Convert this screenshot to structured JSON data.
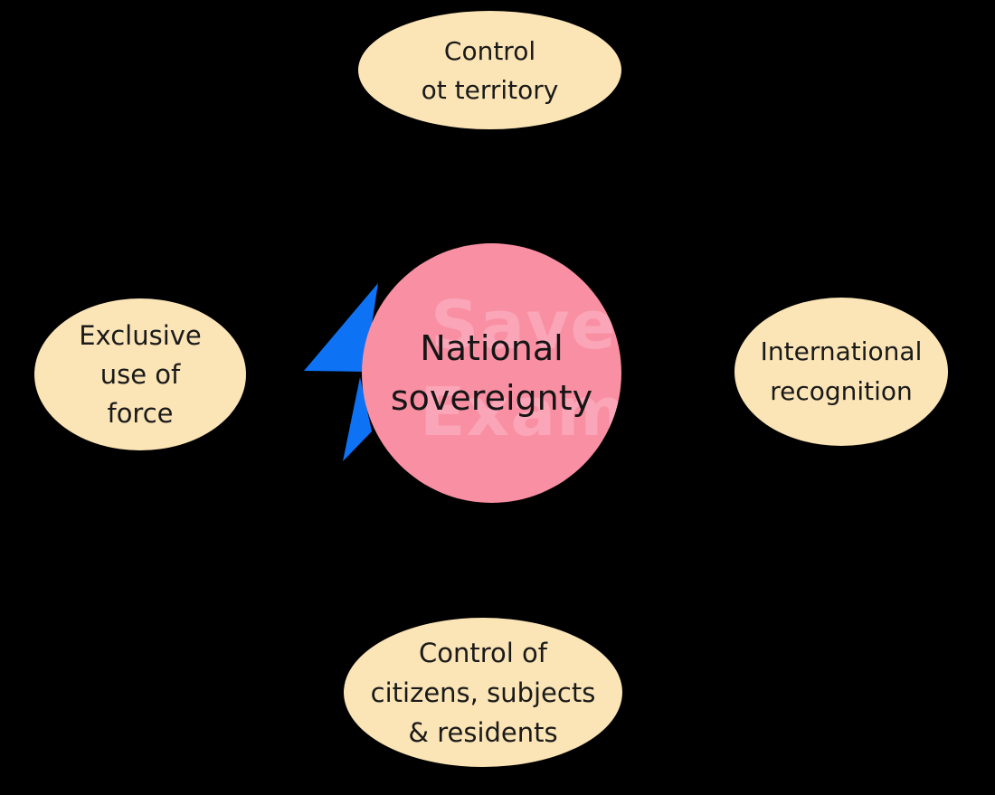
{
  "diagram": {
    "title": "National sovereignty",
    "colors": {
      "background": "#000000",
      "satellite_fill": "#FBE5B6",
      "center_fill": "#F98FA2",
      "watermark_pink": "#FAA6B8",
      "arrow_blue": "#0E72F5",
      "text": "#1A1A1A"
    },
    "center_node": {
      "lines": [
        "National",
        "sovereignty"
      ]
    },
    "satellites": {
      "top": {
        "lines": [
          "Control",
          "ot territory"
        ]
      },
      "left": {
        "lines": [
          "Exclusive",
          "use of",
          "force"
        ]
      },
      "right": {
        "lines": [
          "International",
          "recognition"
        ]
      },
      "bottom": {
        "lines": [
          "Control of",
          "citizens, subjects",
          "& residents"
        ]
      }
    },
    "watermark": {
      "line1": "Save M",
      "line2": "Exam"
    }
  }
}
